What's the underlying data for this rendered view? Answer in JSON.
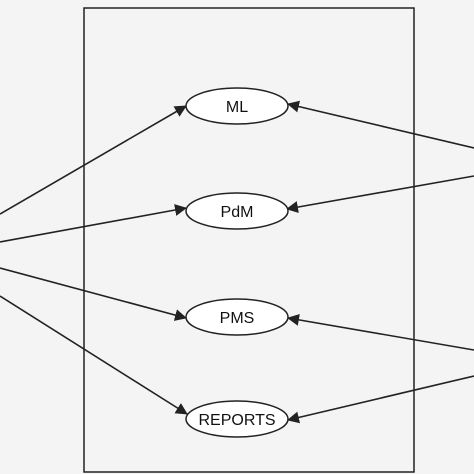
{
  "diagram": {
    "colors": {
      "background": "#f4f4f4",
      "stroke": "#222222",
      "ellipse_fill": "#ffffff",
      "text": "#111111"
    },
    "use_cases": [
      {
        "id": "ml",
        "label": "ML"
      },
      {
        "id": "pdm",
        "label": "PdM"
      },
      {
        "id": "pms",
        "label": "PMS"
      },
      {
        "id": "reports",
        "label": "REPORTS"
      }
    ],
    "associations": [
      {
        "from": "left-actor-a",
        "to": "ml"
      },
      {
        "from": "left-actor-b",
        "to": "pdm"
      },
      {
        "from": "left-actor-c",
        "to": "pms"
      },
      {
        "from": "left-actor-d",
        "to": "reports"
      },
      {
        "from": "right-actor-a",
        "to": "ml"
      },
      {
        "from": "right-actor-b",
        "to": "pdm"
      },
      {
        "from": "right-actor-c",
        "to": "pms"
      },
      {
        "from": "right-actor-d",
        "to": "reports"
      }
    ]
  }
}
